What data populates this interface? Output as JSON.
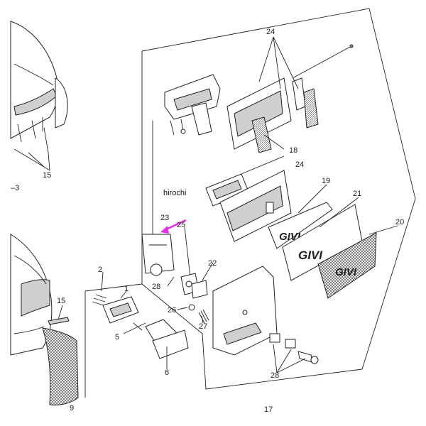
{
  "watermark": "hirochi",
  "logo_text": "GIVI",
  "callouts": {
    "c1": "1",
    "c2": "2",
    "c3": "–3",
    "c5": "5",
    "c6": "6",
    "c9": "9",
    "c15a": "15",
    "c15b": "15",
    "c17": "17",
    "c18": "18",
    "c19": "19",
    "c20": "20",
    "c21": "21",
    "c22": "22",
    "c23": "23",
    "c24a": "24",
    "c24b": "24",
    "c25": "25",
    "c26": "26",
    "c27": "27",
    "c28a": "28",
    "c28b": "28"
  },
  "colors": {
    "arrow": "#e62ee6",
    "line": "#222222",
    "shade": "#cfcfcf"
  }
}
